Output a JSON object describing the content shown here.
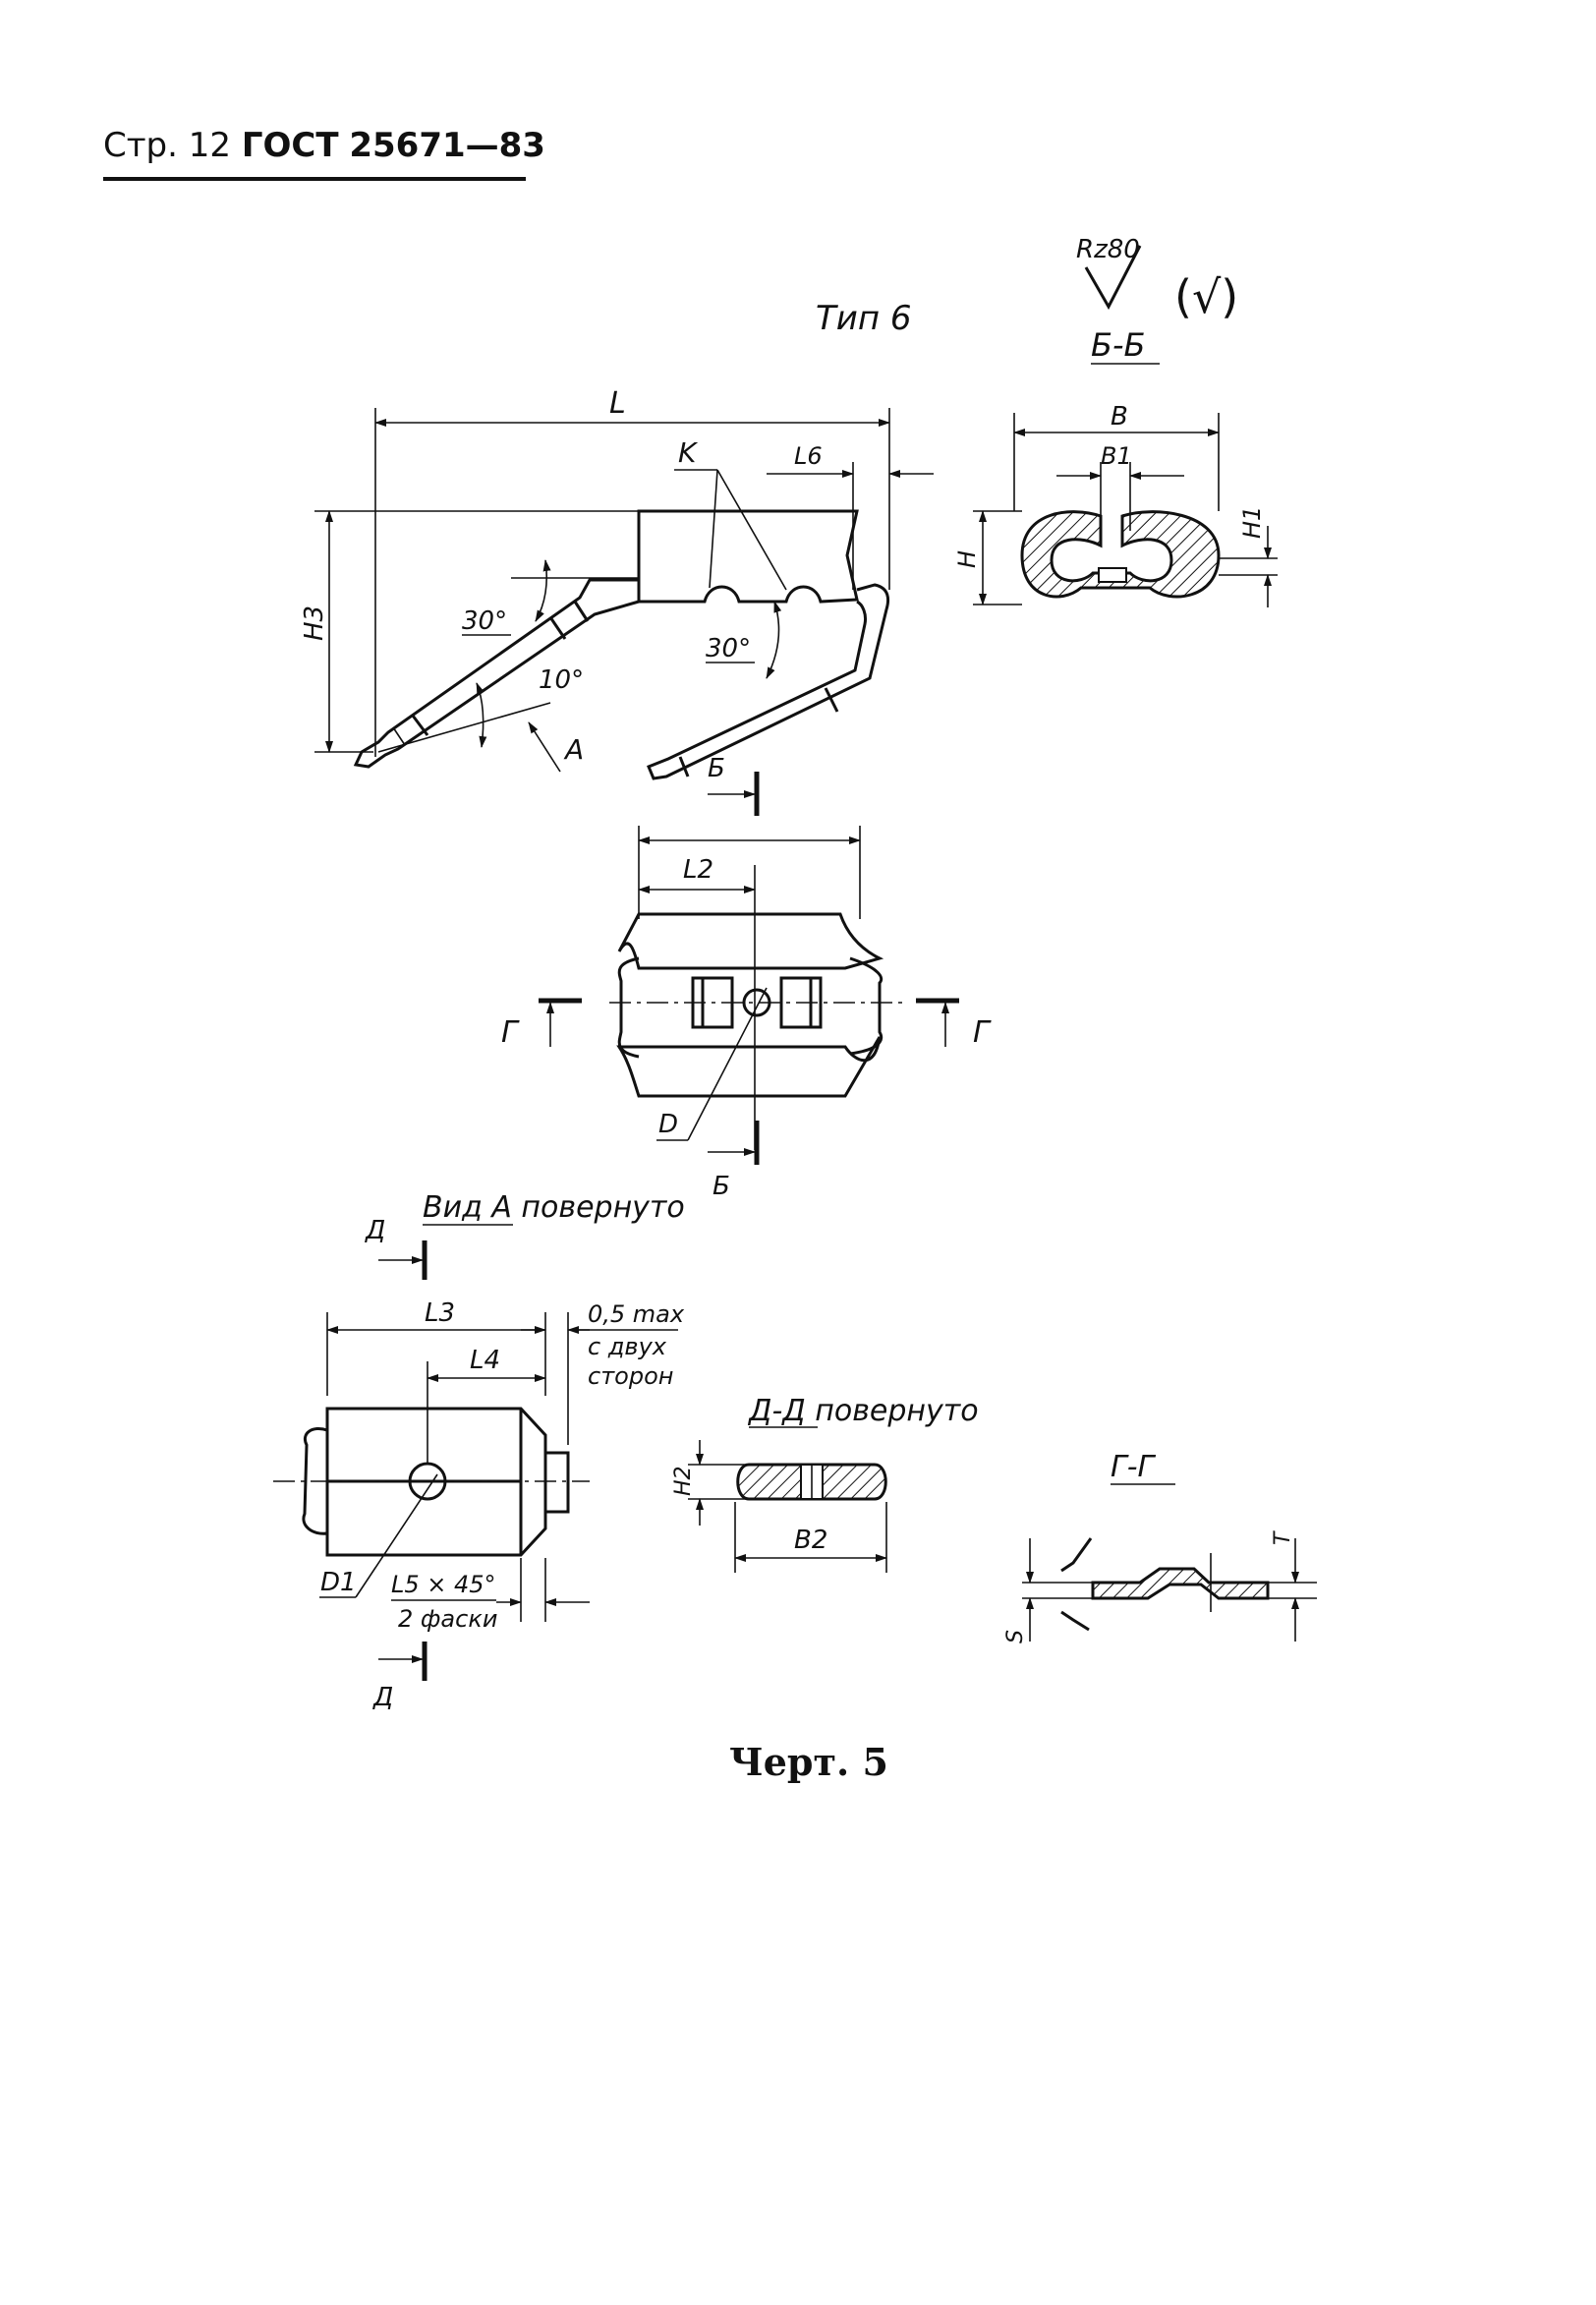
{
  "header": {
    "page_prefix": "Стр.",
    "page_number": "12",
    "standard": "ГОСТ",
    "standard_number": "25671—83"
  },
  "figure": {
    "title": "Тип 6",
    "roughness": {
      "value": "Rz80",
      "other": "(√)"
    },
    "section_bb": {
      "title": "Б-Б",
      "labels": {
        "b": "B",
        "b1": "B1",
        "h": "H",
        "h1": "H1"
      }
    },
    "main_view": {
      "labels": {
        "l": "L",
        "k": "K",
        "l6": "L6",
        "h3": "H3",
        "angle1": "30°",
        "angle2": "10°",
        "angle3": "30°",
        "view_a": "A",
        "cut_b": "Б"
      }
    },
    "top_view": {
      "labels": {
        "l2": "L2",
        "d": "D",
        "cut_g_left": "Г",
        "cut_g_right": "Г",
        "cut_b": "Б"
      }
    },
    "view_a": {
      "title": "Вид А повернуто",
      "labels": {
        "cut_d_top": "Д",
        "cut_d_bottom": "Д",
        "l3": "L3",
        "l4": "L4",
        "max_note_1": "0,5 max",
        "max_note_2": "с двух",
        "max_note_3": "сторон",
        "d1": "D1",
        "chamfer": "L5 × 45°",
        "chamfer_note": "2 фаски"
      }
    },
    "section_dd": {
      "title": "Д-Д повернуто",
      "labels": {
        "h2": "H2",
        "b2": "B2"
      }
    },
    "section_gg": {
      "title": "Г-Г",
      "labels": {
        "t": "T",
        "s": "S"
      }
    },
    "caption": "Черт. 5"
  }
}
